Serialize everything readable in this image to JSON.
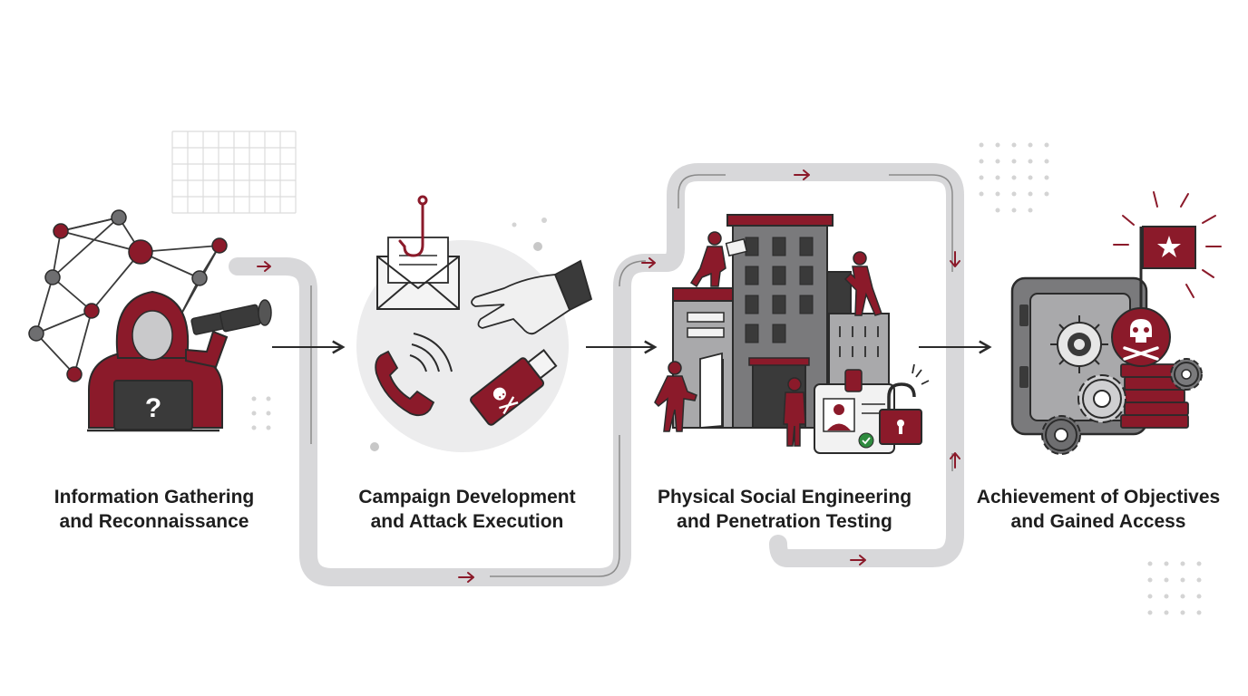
{
  "stages": [
    {
      "line1": "Information Gathering",
      "line2": "and Reconnaissance",
      "icon": "hacker-with-telescope-icon"
    },
    {
      "line1": "Campaign Development",
      "line2": "and Attack Execution",
      "icon": "phishing-and-usb-attack-icon"
    },
    {
      "line1": "Physical Social Engineering",
      "line2": "and Penetration Testing",
      "icon": "building-infiltration-icon"
    },
    {
      "line1": "Achievement of Objectives",
      "line2": "and Gained Access",
      "icon": "vault-and-flag-icon"
    }
  ],
  "hacker_laptop_glyph": "?",
  "colors": {
    "accent": "#8b1a2a",
    "dark": "#3a3a3a",
    "gray": "#7a7a7c",
    "light_gray": "#d8d8da",
    "text": "#1e1e1e"
  }
}
